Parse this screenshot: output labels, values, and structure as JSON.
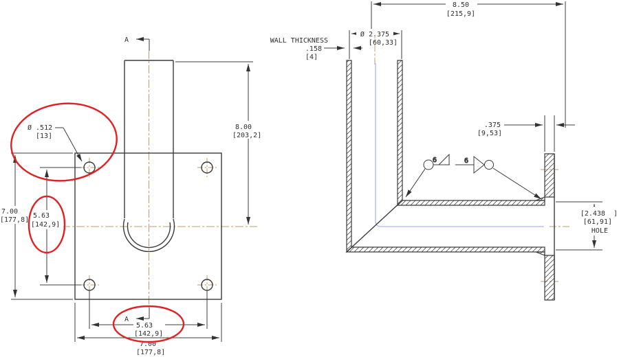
{
  "front_view": {
    "section_label_top": "A",
    "section_label_bottom": "A",
    "hole_callout": {
      "dia": "Ø .512",
      "mm": "[13]"
    },
    "plate_height": {
      "in": "7.00",
      "mm": "[177,8]"
    },
    "hole_spacing_vertical": {
      "in": "5.63",
      "mm": "[142,9]"
    },
    "tube_height": {
      "in": "8.00",
      "mm": "[203,2]"
    },
    "hole_spacing_horizontal": {
      "in": "5.63",
      "mm": "[142,9]"
    },
    "plate_width": {
      "in": "7.00",
      "mm": "[177,8]"
    }
  },
  "side_view": {
    "overall_depth": {
      "in": "8.50",
      "mm": "[215,9]"
    },
    "tube_od": {
      "in": "Ø 2.375",
      "mm": "[60,33]"
    },
    "wall_thickness": {
      "label": "WALL THICKNESS",
      "in": ".158",
      "mm": "[4]"
    },
    "plate_thickness": {
      "in": ".375",
      "mm": "[9,53]"
    },
    "plate_hole": {
      "in": "[2.438  ]",
      "mm": "[61,91]",
      "label": "HOLE"
    },
    "weld_size_left": "6",
    "weld_size_right": "6"
  },
  "colors": {
    "object_line": "#3a3a3a",
    "dimension_line": "#3c3c3c",
    "centerline": "#c49a6c",
    "bore_line": "#a9b6ef",
    "markup_red": "#e02021"
  }
}
